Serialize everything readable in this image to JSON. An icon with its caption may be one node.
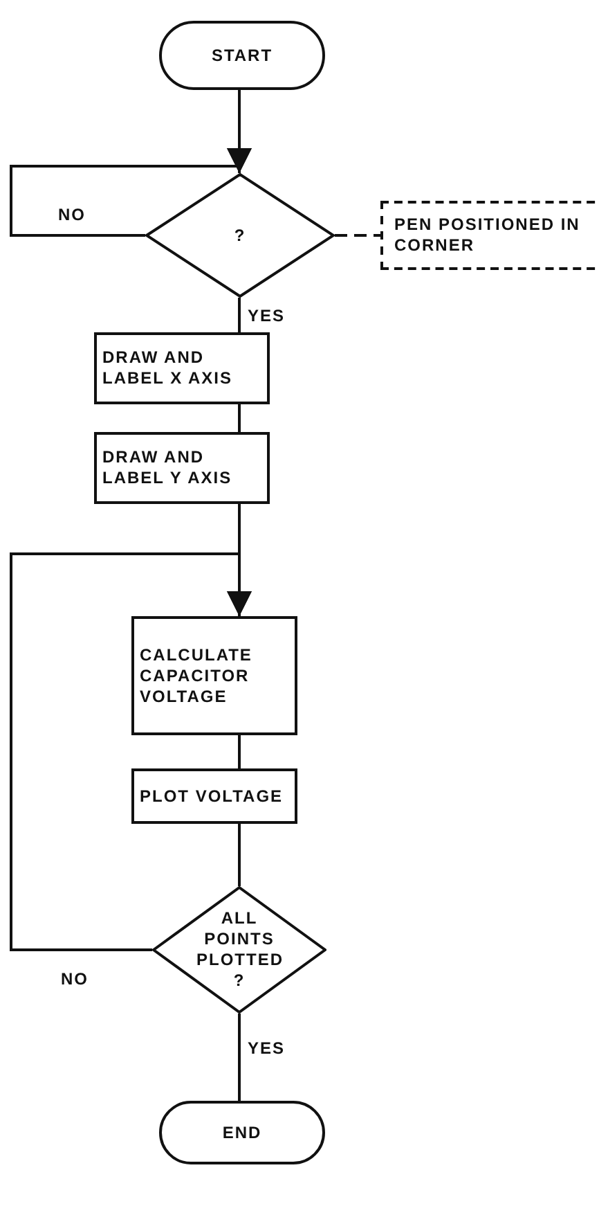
{
  "diagram": {
    "nodes": [
      {
        "text": [
          "START"
        ]
      },
      {
        "text": [
          "?"
        ]
      },
      {
        "text": [
          "PEN POSITIONED IN CORNER"
        ]
      },
      {
        "text": [
          "DRAW AND LABEL X AXIS"
        ]
      },
      {
        "text": [
          "DRAW AND LABEL Y AXIS"
        ]
      },
      {
        "text": [
          "CALCULATE CAPACITOR VOLTAGE"
        ]
      },
      {
        "text": [
          "PLOT VOLTAGE"
        ]
      },
      {
        "text": [
          "ALL POINTS PLOTTED ?"
        ]
      },
      {
        "text": [
          "END"
        ]
      }
    ],
    "edges": [
      {
        "from": 0,
        "to": 1,
        "arrow": "to"
      },
      {
        "from": 1,
        "to": 1,
        "label": "NO",
        "arrow": "to"
      },
      {
        "from": 1,
        "to": 2,
        "arrow": "none",
        "style": "dashed"
      },
      {
        "from": 1,
        "to": 3,
        "label": "YES",
        "arrow": "none"
      },
      {
        "from": 3,
        "to": 4,
        "arrow": "none"
      },
      {
        "from": 4,
        "to": 5,
        "arrow": "to"
      },
      {
        "from": 7,
        "to": 5,
        "label": "NO",
        "arrow": "to"
      },
      {
        "from": 5,
        "to": 6,
        "arrow": "none"
      },
      {
        "from": 6,
        "to": 7,
        "arrow": "none"
      },
      {
        "from": 7,
        "to": 8,
        "label": "YES",
        "arrow": "none"
      }
    ]
  }
}
